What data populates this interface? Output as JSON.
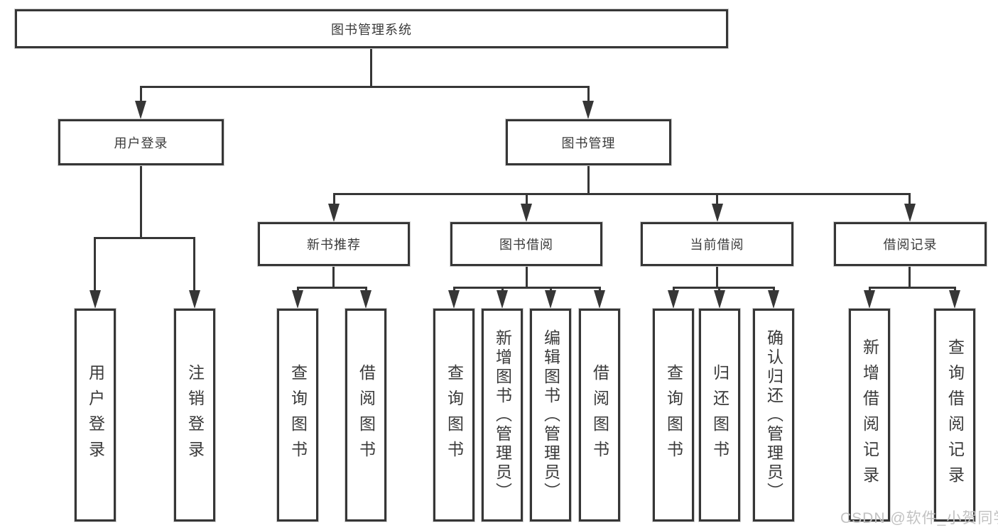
{
  "tree": {
    "root": {
      "label": "图书管理系统"
    },
    "children": [
      {
        "label": "用户登录",
        "children": [
          {
            "label": "用户登录"
          },
          {
            "label": "注销登录"
          }
        ]
      },
      {
        "label": "图书管理",
        "children": [
          {
            "label": "新书推荐",
            "children": [
              {
                "label": "查询图书"
              },
              {
                "label": "借阅图书"
              }
            ]
          },
          {
            "label": "图书借阅",
            "children": [
              {
                "label": "查询图书"
              },
              {
                "label": "新增图书（管理员）"
              },
              {
                "label": "编辑图书（管理员）"
              },
              {
                "label": "借阅图书"
              }
            ]
          },
          {
            "label": "当前借阅",
            "children": [
              {
                "label": "查询图书"
              },
              {
                "label": "归还图书"
              },
              {
                "label": "确认归还（管理员）"
              }
            ]
          },
          {
            "label": "借阅记录",
            "children": [
              {
                "label": "新增借阅记录"
              },
              {
                "label": "查询借阅记录"
              }
            ]
          }
        ]
      }
    ]
  },
  "watermark": {
    "text": "CSDN @软件_小贺同学"
  },
  "colors": {
    "line": "#363636",
    "text": "#3a3a3a",
    "box_background": "#ffffff",
    "watermark": "#c2c2c2"
  }
}
